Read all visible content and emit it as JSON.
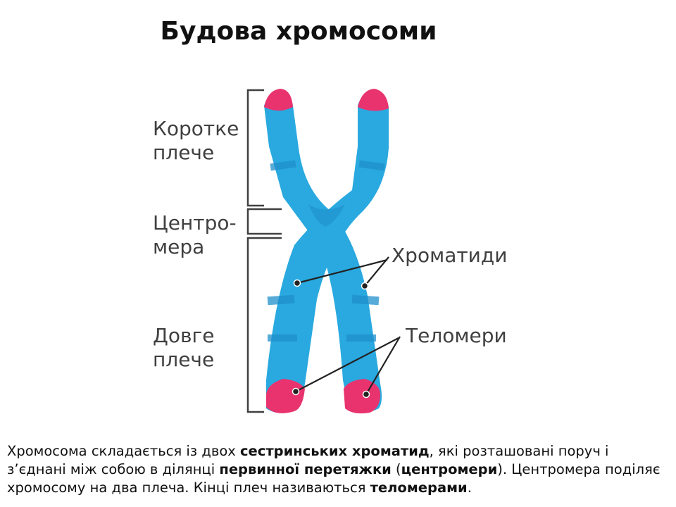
{
  "title": "Будова хромосоми",
  "labels": {
    "short_arm_line1": "Коротке",
    "short_arm_line2": "плече",
    "centromere_line1": "Центро-",
    "centromere_line2": "мера",
    "long_arm_line1": "Довге",
    "long_arm_line2": "плече",
    "chromatids": "Хроматиди",
    "telomeres": "Теломери"
  },
  "caption": {
    "p1": "Хромосома складається із двох ",
    "b1": "сестринських хроматид",
    "p2": ", які розташовані поруч і з’єднані між собою в ділянці ",
    "b2": "первинної перетяжки",
    "p3": " (",
    "b3": "центромери",
    "p4": "). Центромера поділяє хромосому на два плеча. Кінці плеч називаються ",
    "b4": "теломерами",
    "p5": "."
  },
  "colors": {
    "chromatid": "#29a9df",
    "chromatid_band": "#1f8fcc",
    "telomere": "#e8336f",
    "label_text": "#404040",
    "bracket": "#404040"
  }
}
